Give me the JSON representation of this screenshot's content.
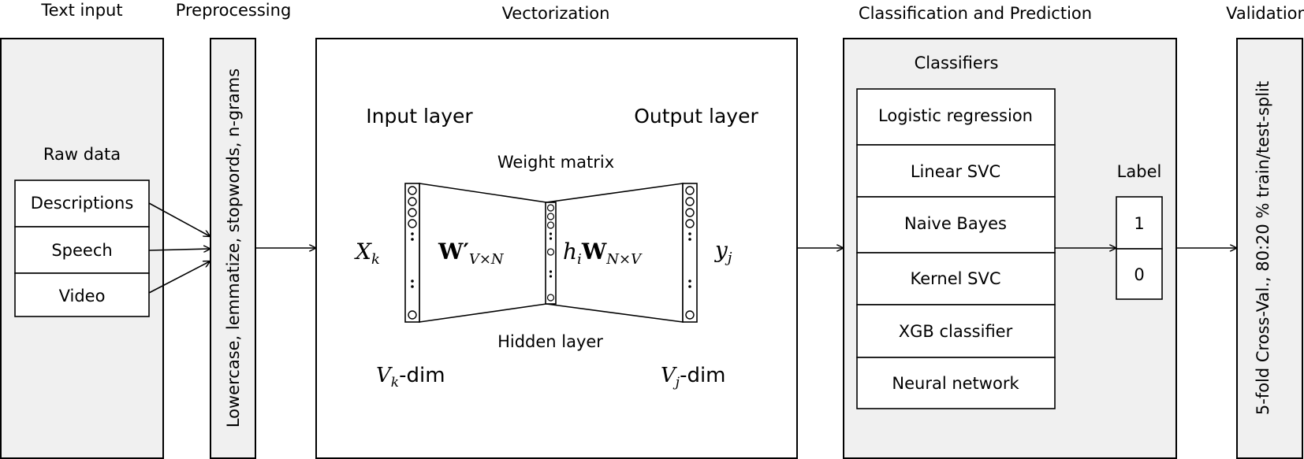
{
  "stages": {
    "text_input": "Text input",
    "preprocessing": "Preprocessing",
    "vectorization": "Vectorization",
    "classification": "Classification and Prediction",
    "validation": "Validation"
  },
  "raw_data": {
    "title": "Raw data",
    "items": [
      "Descriptions",
      "Speech",
      "Video"
    ]
  },
  "preprocessing_steps": "Lowercase, lemmatize, stopwords, n-grams",
  "network": {
    "input_layer": "Input layer",
    "output_layer": "Output layer",
    "weight_matrix": "Weight matrix",
    "hidden_layer": "Hidden layer",
    "x_symbol": "X",
    "x_sub": "k",
    "y_symbol": "y",
    "y_sub": "j",
    "w_in": "W′",
    "w_in_sub": "V×N",
    "h_symbol": "h",
    "h_sub": "i",
    "w_out": "W",
    "w_out_sub": "N×V",
    "vk_symbol": "V",
    "vk_sub": "k",
    "vk_suffix": "-dim",
    "vj_symbol": "V",
    "vj_sub": "j",
    "vj_suffix": "-dim"
  },
  "classifiers": {
    "title": "Classifiers",
    "items": [
      "Logistic regression",
      "Linear SVC",
      "Naive Bayes",
      "Kernel SVC",
      "XGB classifier",
      "Neural network"
    ]
  },
  "label": {
    "title": "Label",
    "values": [
      "1",
      "0"
    ]
  },
  "validation_text": "5-fold Cross-Val., 80:20 % train/test-split",
  "colors": {
    "panel_fill": "#f0f0f0",
    "stroke": "#000000",
    "background": "#ffffff"
  }
}
